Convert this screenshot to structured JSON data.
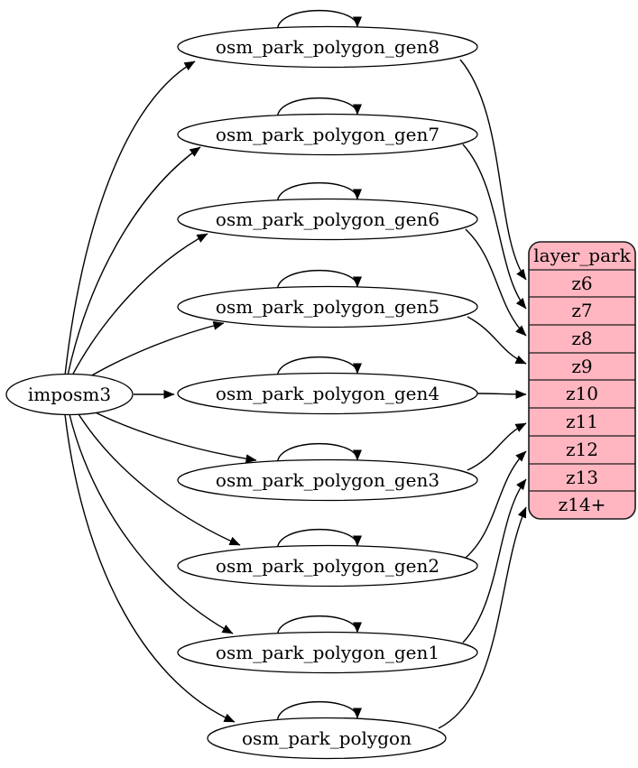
{
  "diagram": {
    "type": "dependency-graph",
    "imposm_node": {
      "label": "imposm3"
    },
    "generalized_tables": [
      {
        "id": "osm_park_polygon_gen8",
        "label": "osm_park_polygon_gen8"
      },
      {
        "id": "osm_park_polygon_gen7",
        "label": "osm_park_polygon_gen7"
      },
      {
        "id": "osm_park_polygon_gen6",
        "label": "osm_park_polygon_gen6"
      },
      {
        "id": "osm_park_polygon_gen5",
        "label": "osm_park_polygon_gen5"
      },
      {
        "id": "osm_park_polygon_gen4",
        "label": "osm_park_polygon_gen4"
      },
      {
        "id": "osm_park_polygon_gen3",
        "label": "osm_park_polygon_gen3"
      },
      {
        "id": "osm_park_polygon_gen2",
        "label": "osm_park_polygon_gen2"
      },
      {
        "id": "osm_park_polygon_gen1",
        "label": "osm_park_polygon_gen1"
      },
      {
        "id": "osm_park_polygon",
        "label": "osm_park_polygon"
      }
    ],
    "layer_table": {
      "title": "layer_park",
      "rows": [
        "z6",
        "z7",
        "z8",
        "z9",
        "z10",
        "z11",
        "z12",
        "z13",
        "z14+"
      ]
    },
    "edges": [
      {
        "from": "imposm3",
        "to": "osm_park_polygon_gen8"
      },
      {
        "from": "imposm3",
        "to": "osm_park_polygon_gen7"
      },
      {
        "from": "imposm3",
        "to": "osm_park_polygon_gen6"
      },
      {
        "from": "imposm3",
        "to": "osm_park_polygon_gen5"
      },
      {
        "from": "imposm3",
        "to": "osm_park_polygon_gen4"
      },
      {
        "from": "imposm3",
        "to": "osm_park_polygon_gen3"
      },
      {
        "from": "imposm3",
        "to": "osm_park_polygon_gen2"
      },
      {
        "from": "imposm3",
        "to": "osm_park_polygon_gen1"
      },
      {
        "from": "imposm3",
        "to": "osm_park_polygon"
      },
      {
        "from": "osm_park_polygon_gen8",
        "to": "osm_park_polygon_gen8",
        "type": "self-loop"
      },
      {
        "from": "osm_park_polygon_gen7",
        "to": "osm_park_polygon_gen7",
        "type": "self-loop"
      },
      {
        "from": "osm_park_polygon_gen6",
        "to": "osm_park_polygon_gen6",
        "type": "self-loop"
      },
      {
        "from": "osm_park_polygon_gen5",
        "to": "osm_park_polygon_gen5",
        "type": "self-loop"
      },
      {
        "from": "osm_park_polygon_gen4",
        "to": "osm_park_polygon_gen4",
        "type": "self-loop"
      },
      {
        "from": "osm_park_polygon_gen3",
        "to": "osm_park_polygon_gen3",
        "type": "self-loop"
      },
      {
        "from": "osm_park_polygon_gen2",
        "to": "osm_park_polygon_gen2",
        "type": "self-loop"
      },
      {
        "from": "osm_park_polygon_gen1",
        "to": "osm_park_polygon_gen1",
        "type": "self-loop"
      },
      {
        "from": "osm_park_polygon",
        "to": "osm_park_polygon",
        "type": "self-loop"
      },
      {
        "from": "osm_park_polygon_gen8",
        "to": "layer_park.z6"
      },
      {
        "from": "osm_park_polygon_gen7",
        "to": "layer_park.z7"
      },
      {
        "from": "osm_park_polygon_gen6",
        "to": "layer_park.z8"
      },
      {
        "from": "osm_park_polygon_gen5",
        "to": "layer_park.z9"
      },
      {
        "from": "osm_park_polygon_gen4",
        "to": "layer_park.z10"
      },
      {
        "from": "osm_park_polygon_gen3",
        "to": "layer_park.z11"
      },
      {
        "from": "osm_park_polygon_gen2",
        "to": "layer_park.z12"
      },
      {
        "from": "osm_park_polygon_gen1",
        "to": "layer_park.z13"
      },
      {
        "from": "osm_park_polygon",
        "to": "layer_park.z14+"
      }
    ]
  },
  "colors": {
    "layer_fill": "#ffb6c1",
    "node_fill": "#ffffff",
    "stroke": "#000000",
    "background": "#ffffff"
  }
}
